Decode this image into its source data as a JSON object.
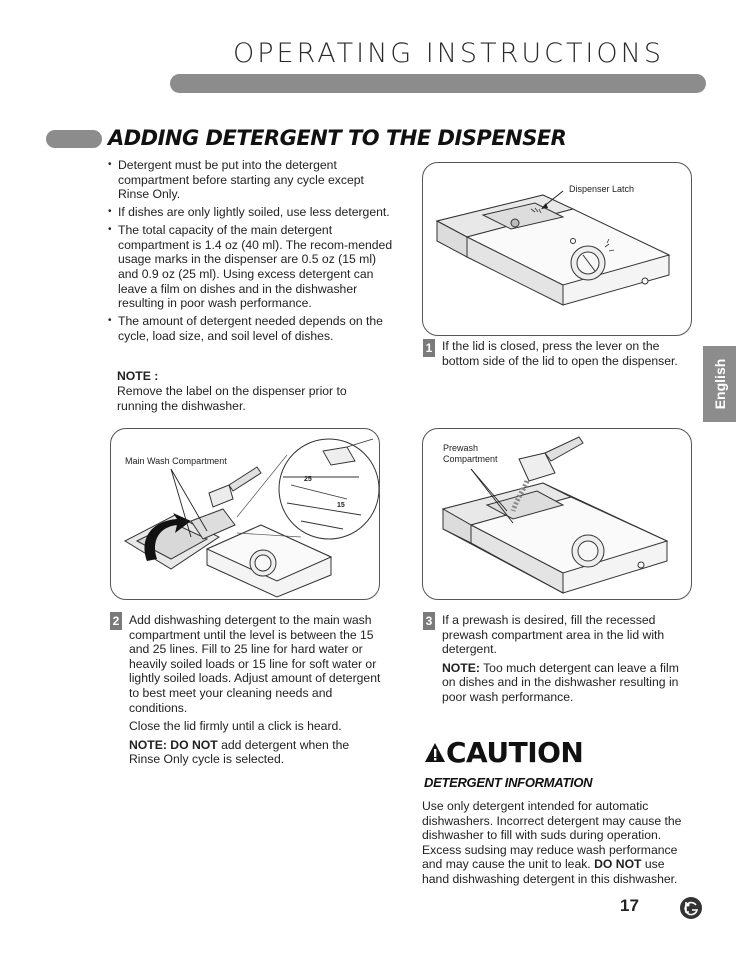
{
  "header": {
    "title": "OPERATING INSTRUCTIONS"
  },
  "section": {
    "title": "ADDING DETERGENT TO THE DISPENSER"
  },
  "bullets": [
    "Detergent must be put into the detergent compartment before starting any cycle except Rinse Only.",
    "If dishes are only lightly soiled, use less detergent.",
    "The total capacity of the main detergent compartment is 1.4 oz (40 ml). The recom-mended usage marks in the dispenser are 0.5 oz (15 ml) and 0.9 oz (25 ml). Using excess detergent can leave a film on dishes and in the dishwasher resulting in poor wash performance.",
    "The amount of detergent needed depends on the cycle, load size, and soil level of dishes."
  ],
  "note": {
    "label": "NOTE :",
    "text": "Remove the label on the dispenser prior to running the dishwasher."
  },
  "figures": {
    "fig1": {
      "callout": "Dispenser Latch"
    },
    "fig2": {
      "callout": "Main Wash Compartment",
      "mark_25": "25",
      "mark_15": "15"
    },
    "fig3": {
      "callout_line1": "Prewash",
      "callout_line2": "Compartment"
    }
  },
  "steps": {
    "step1": {
      "number": "1",
      "text": "If the lid is closed, press the lever on the bottom side of the lid to open the dispenser."
    },
    "step2": {
      "number": "2",
      "text": "Add dishwashing detergent to the main wash compartment until the level is between the 15 and 25 lines. Fill to 25 line for hard water or heavily soiled loads or 15 line for soft water or lightly soiled loads. Adjust amount of detergent to best meet your cleaning needs and conditions.",
      "close_text": "Close the lid firmly until a click is heard.",
      "note_label": "NOTE: DO NOT",
      "note_text": " add detergent when the Rinse Only cycle is selected."
    },
    "step3": {
      "number": "3",
      "text": "If a prewash is desired, fill the recessed prewash compartment area in the lid with detergent.",
      "note_label": "NOTE:",
      "note_text": " Too much detergent can leave a film on dishes and in the dishwasher resulting in poor wash performance."
    }
  },
  "caution": {
    "title": "CAUTION",
    "subtitle": "DETERGENT INFORMATION",
    "body_start": "Use only detergent intended for automatic dishwashers. Incorrect detergent may cause the dishwasher to fill with suds during operation. Excess sudsing may reduce wash performance and may cause the unit to leak. ",
    "body_bold": "DO NOT",
    "body_end": " use hand dishwashing detergent in this dishwasher."
  },
  "side_tab": {
    "label": "English"
  },
  "footer": {
    "page_number": "17",
    "logo_icon": "lg-logo-icon"
  },
  "colors": {
    "bar_gray": "#8c8c8c",
    "text": "#222222",
    "step_badge": "#7a7a7a"
  }
}
